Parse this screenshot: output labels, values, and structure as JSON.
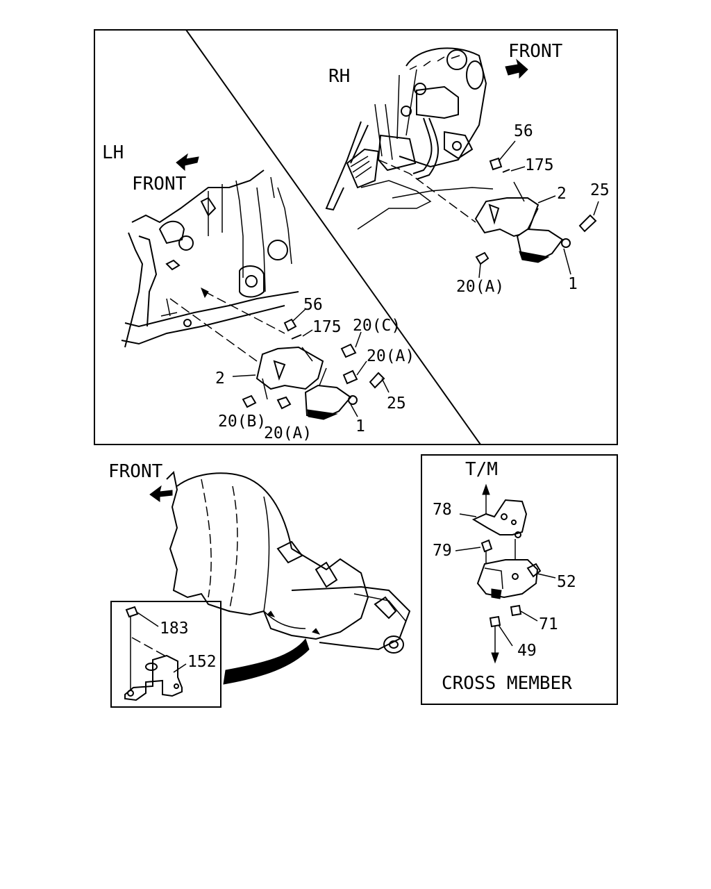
{
  "top_panel": {
    "rh_label": "RH",
    "lh_label": "LH",
    "front_rh": "FRONT",
    "front_lh": "FRONT",
    "rh_callouts": {
      "c56": "56",
      "c175": "175",
      "c2": "2",
      "c25": "25",
      "c20a": "20(A)",
      "c1": "1"
    },
    "lh_callouts": {
      "c56": "56",
      "c175": "175",
      "c20c": "20(C)",
      "c20a_right": "20(A)",
      "c2": "2",
      "c25": "25",
      "c20b": "20(B)",
      "c20a_bottom": "20(A)",
      "c1": "1"
    }
  },
  "transmission": {
    "front_label": "FRONT"
  },
  "inset": {
    "c183": "183",
    "c152": "152"
  },
  "tm_panel": {
    "top_label": "T/M",
    "bottom_label": "CROSS MEMBER",
    "c78": "78",
    "c79": "79",
    "c52": "52",
    "c71": "71",
    "c49": "49"
  }
}
